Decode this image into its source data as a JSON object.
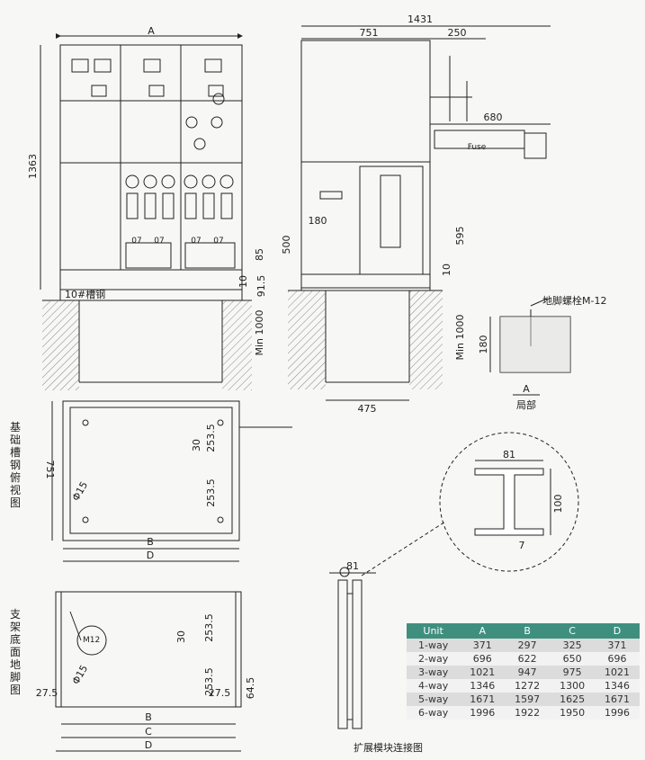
{
  "dims": {
    "A_top": "A",
    "height_1363": "1363",
    "total_1431": "1431",
    "depth_751": "751",
    "arm_250": "250",
    "arm_680": "680",
    "fuse": "Fuse",
    "d180": "180",
    "d500": "500",
    "d595": "595",
    "d10a": "10",
    "d475": "475",
    "min1000_left": "Min 1000",
    "min1000_right": "Min 1000",
    "d85": "85",
    "d10b": "10",
    "d91_5": "91.5",
    "ct_a": "07",
    "ct_b": "07",
    "ct_c": "07",
    "ct_d": "07",
    "channel_label": "10#槽钢",
    "anchor_bolt": "地脚螺栓M-12",
    "d180b": "180",
    "view_A": "A",
    "local": "局部",
    "top_751": "751",
    "top_phi15": "Φ15",
    "top_30": "30",
    "top_253_5a": "253.5",
    "top_253_5b": "253.5",
    "top_B": "B",
    "top_D": "D",
    "i81": "81",
    "i100": "100",
    "i7": "7",
    "ext_81": "81",
    "bot_M12": "M12",
    "bot_phi15": "Φ15",
    "bot_30": "30",
    "bot_253_5a": "253.5",
    "bot_253_5b": "253.5",
    "bot_27_5a": "27.5",
    "bot_27_5b": "27.5",
    "bot_64_5": "64.5",
    "bot_B": "B",
    "bot_C": "C",
    "bot_D": "D"
  },
  "labels": {
    "foundation_view": [
      "基",
      "础",
      "槽",
      "钢",
      "俯",
      "视",
      "图"
    ],
    "bracket_view": [
      "支",
      "架",
      "底",
      "面",
      "地",
      "脚",
      "图"
    ],
    "extension_caption": "扩展模块连接图"
  },
  "table": {
    "headers": [
      "Unit",
      "A",
      "B",
      "C",
      "D"
    ],
    "rows": [
      [
        "1-way",
        "371",
        "297",
        "325",
        "371"
      ],
      [
        "2-way",
        "696",
        "622",
        "650",
        "696"
      ],
      [
        "3-way",
        "1021",
        "947",
        "975",
        "1021"
      ],
      [
        "4-way",
        "1346",
        "1272",
        "1300",
        "1346"
      ],
      [
        "5-way",
        "1671",
        "1597",
        "1625",
        "1671"
      ],
      [
        "6-way",
        "1996",
        "1922",
        "1950",
        "1996"
      ]
    ]
  }
}
